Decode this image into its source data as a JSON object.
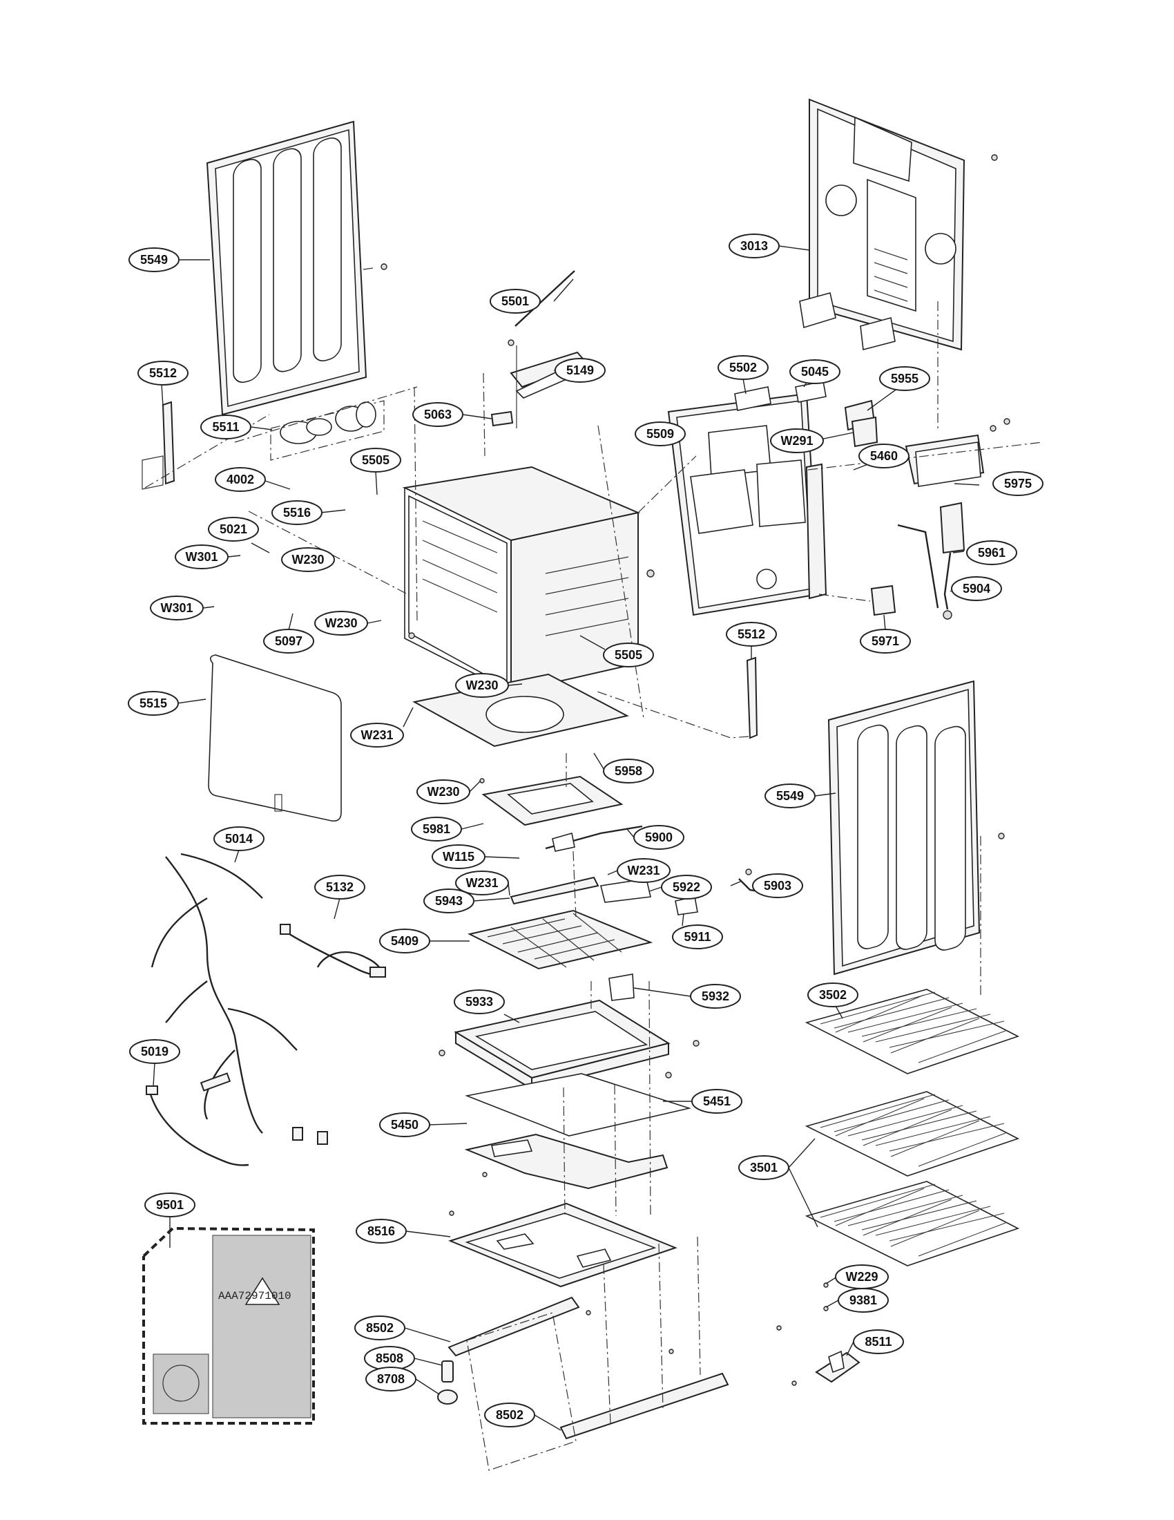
{
  "callouts": [
    {
      "id": "c-5549-top",
      "label": "5549"
    },
    {
      "id": "c-5512-left",
      "label": "5512"
    },
    {
      "id": "c-5511",
      "label": "5511"
    },
    {
      "id": "c-4002",
      "label": "4002"
    },
    {
      "id": "c-5505-top",
      "label": "5505"
    },
    {
      "id": "c-5516",
      "label": "5516"
    },
    {
      "id": "c-5021",
      "label": "5021"
    },
    {
      "id": "c-w301-a",
      "label": "W301"
    },
    {
      "id": "c-w230-a",
      "label": "W230"
    },
    {
      "id": "c-w301-b",
      "label": "W301"
    },
    {
      "id": "c-w230-b",
      "label": "W230"
    },
    {
      "id": "c-5097",
      "label": "5097"
    },
    {
      "id": "c-5501",
      "label": "5501"
    },
    {
      "id": "c-5149",
      "label": "5149"
    },
    {
      "id": "c-5063",
      "label": "5063"
    },
    {
      "id": "c-5505-mid",
      "label": "5505"
    },
    {
      "id": "c-w230-c",
      "label": "W230"
    },
    {
      "id": "c-3013",
      "label": "3013"
    },
    {
      "id": "c-5502",
      "label": "5502"
    },
    {
      "id": "c-5045",
      "label": "5045"
    },
    {
      "id": "c-5955",
      "label": "5955"
    },
    {
      "id": "c-5509",
      "label": "5509"
    },
    {
      "id": "c-w291",
      "label": "W291"
    },
    {
      "id": "c-5460",
      "label": "5460"
    },
    {
      "id": "c-5975",
      "label": "5975"
    },
    {
      "id": "c-5961",
      "label": "5961"
    },
    {
      "id": "c-5904",
      "label": "5904"
    },
    {
      "id": "c-5971",
      "label": "5971"
    },
    {
      "id": "c-5512-right",
      "label": "5512"
    },
    {
      "id": "c-5515",
      "label": "5515"
    },
    {
      "id": "c-w231-a",
      "label": "W231"
    },
    {
      "id": "c-5958",
      "label": "5958"
    },
    {
      "id": "c-w230-d",
      "label": "W230"
    },
    {
      "id": "c-5981",
      "label": "5981"
    },
    {
      "id": "c-5900",
      "label": "5900"
    },
    {
      "id": "c-w115",
      "label": "W115"
    },
    {
      "id": "c-w231-b",
      "label": "W231"
    },
    {
      "id": "c-w231-c",
      "label": "W231"
    },
    {
      "id": "c-5922",
      "label": "5922"
    },
    {
      "id": "c-5903",
      "label": "5903"
    },
    {
      "id": "c-5943",
      "label": "5943"
    },
    {
      "id": "c-5911",
      "label": "5911"
    },
    {
      "id": "c-5409",
      "label": "5409"
    },
    {
      "id": "c-5932",
      "label": "5932"
    },
    {
      "id": "c-5933",
      "label": "5933"
    },
    {
      "id": "c-5549-right",
      "label": "5549"
    },
    {
      "id": "c-5014",
      "label": "5014"
    },
    {
      "id": "c-5132",
      "label": "5132"
    },
    {
      "id": "c-5019",
      "label": "5019"
    },
    {
      "id": "c-3502",
      "label": "3502"
    },
    {
      "id": "c-5451",
      "label": "5451"
    },
    {
      "id": "c-5450",
      "label": "5450"
    },
    {
      "id": "c-3501",
      "label": "3501"
    },
    {
      "id": "c-9501",
      "label": "9501"
    },
    {
      "id": "c-8516",
      "label": "8516"
    },
    {
      "id": "c-w229",
      "label": "W229"
    },
    {
      "id": "c-9381",
      "label": "9381"
    },
    {
      "id": "c-8502-a",
      "label": "8502"
    },
    {
      "id": "c-8511",
      "label": "8511"
    },
    {
      "id": "c-8508",
      "label": "8508"
    },
    {
      "id": "c-8708",
      "label": "8708"
    },
    {
      "id": "c-8502-b",
      "label": "8502"
    }
  ],
  "manual_pack": {
    "part_code": "AAA72971010"
  },
  "colors": {
    "line": "#222222",
    "background": "#ffffff",
    "package": "#c9c9c9"
  }
}
